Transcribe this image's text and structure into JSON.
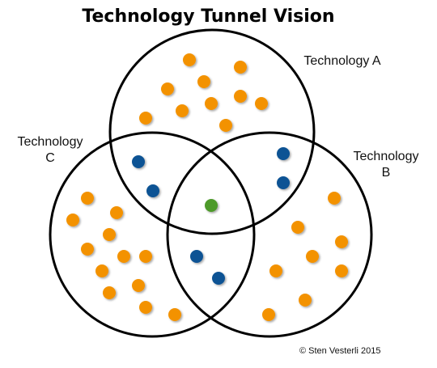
{
  "title": "Technology Tunnel Vision",
  "sets": [
    {
      "label_line1": "Technology A",
      "label_line2": ""
    },
    {
      "label_line1": "Technology",
      "label_line2": "B"
    },
    {
      "label_line1": "Technology",
      "label_line2": "C"
    }
  ],
  "copyright": "© Sten Vesterli 2015",
  "colors": {
    "single": "#F39200",
    "pair": "#0B5394",
    "all": "#4E9A2B",
    "outline": "#000000"
  }
}
